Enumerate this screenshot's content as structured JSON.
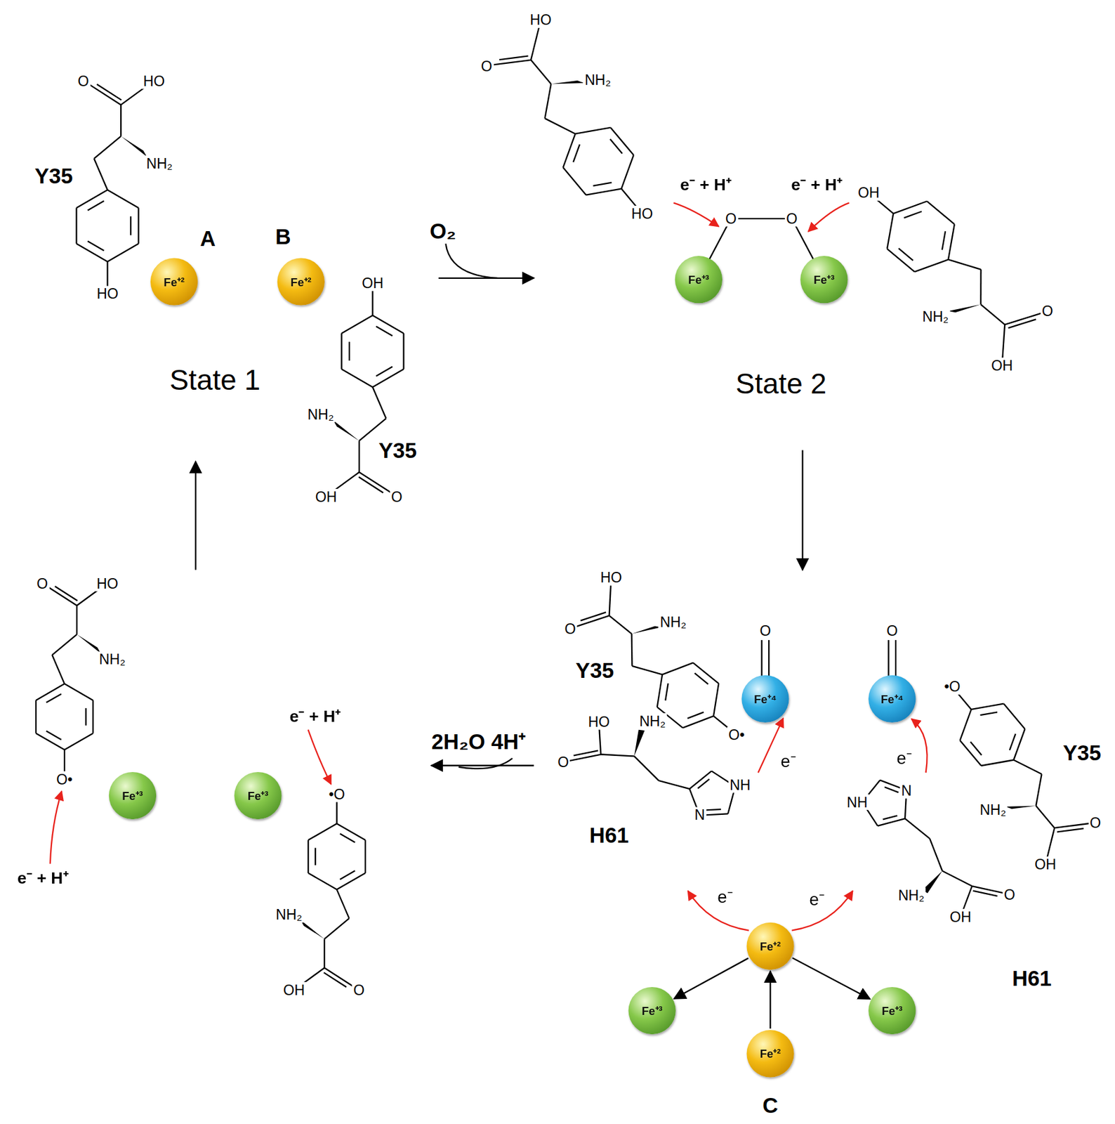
{
  "diagram": {
    "nodes": [
      {
        "text": [
          "Fe⁺²"
        ]
      },
      {
        "text": [
          "Fe⁺²"
        ]
      },
      {
        "text": [
          "Fe⁺³"
        ]
      },
      {
        "text": [
          "Fe⁺³"
        ]
      },
      {
        "text": [
          "Fe⁺⁴"
        ]
      },
      {
        "text": [
          "Fe⁺⁴"
        ]
      },
      {
        "text": [
          "Fe⁺²"
        ]
      },
      {
        "text": [
          "Fe⁺³"
        ]
      },
      {
        "text": [
          "Fe⁺³"
        ]
      },
      {
        "text": [
          "Fe⁺²"
        ]
      },
      {
        "text": [
          "Fe⁺³"
        ]
      },
      {
        "text": [
          "Fe⁺³"
        ]
      }
    ],
    "edges": [
      {
        "from": 9,
        "to": 6,
        "arrow": "to"
      },
      {
        "from": 6,
        "to": 7,
        "arrow": "to"
      },
      {
        "from": 6,
        "to": 8,
        "arrow": "to"
      }
    ],
    "labels": [
      "Y35",
      "HO",
      "O",
      "NH₂",
      "HO",
      "A",
      "B",
      "OH",
      "O",
      "NH₂",
      "OH",
      "Y35",
      "State 1",
      "O₂",
      "HO",
      "O",
      "NH₂",
      "HO",
      "e⁻ + H⁺",
      "O",
      "O",
      "e⁻ + H⁺",
      "OH",
      "O",
      "NH₂",
      "OH",
      "State 2",
      "HO",
      "O",
      "NH₂",
      "O•",
      "Y35",
      "O",
      "O",
      "OH",
      "O",
      "NH₂",
      "•O",
      "Y35",
      "HO",
      "O",
      "NH₂",
      "NH",
      "N",
      "H61",
      "e⁻",
      "e⁻",
      "OH",
      "O",
      "NH₂",
      "NH",
      "N",
      "e⁻",
      "e⁻",
      "H61",
      "C",
      "2H₂O 4H⁺",
      "HO",
      "O",
      "NH₂",
      "O•",
      "e⁻ + H⁺",
      "e⁻ + H⁺",
      "OH",
      "O",
      "NH₂",
      "•O"
    ]
  }
}
